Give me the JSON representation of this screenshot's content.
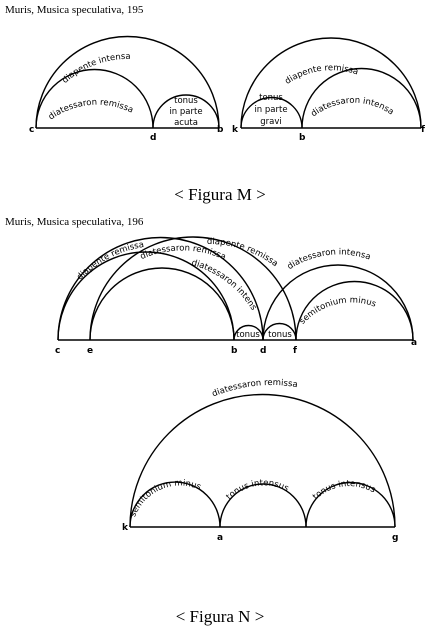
{
  "figures": [
    {
      "source": "Muris, Musica speculativa, 195",
      "caption": "< Figura M >",
      "left": {
        "outer": "diapente intensa",
        "inner": "diatessaron remissa",
        "small_line1": "tonus",
        "small_line2": "in parte",
        "small_line3": "acuta",
        "points": [
          "c",
          "d",
          "b"
        ]
      },
      "right": {
        "outer": "diapente remissa",
        "inner": "diatessaron intensa",
        "small_line1": "tonus",
        "small_line2": "in parte",
        "small_line3": "gravi",
        "points": [
          "k",
          "b",
          "f"
        ]
      }
    },
    {
      "source": "Muris, Musica speculativa, 196",
      "top": {
        "arc1": "diapente remissa",
        "arc2": "diapente remissa",
        "arc3": "diatessaron remissa",
        "arc4": "diatessaron intensa",
        "arc5": "diatessaron intensa",
        "tonus1": "tonus",
        "tonus2": "tonus",
        "semitone": "semitonium minus",
        "points": [
          "c",
          "e",
          "b",
          "d",
          "f",
          "a"
        ]
      },
      "bottom": {
        "outer": "diatessaron remissa",
        "s1": "semitonium minus",
        "s2": "tonus intensus",
        "s3": "tonus intensus",
        "points": [
          "k",
          "a",
          "g"
        ]
      },
      "caption": "< Figura N >"
    }
  ]
}
